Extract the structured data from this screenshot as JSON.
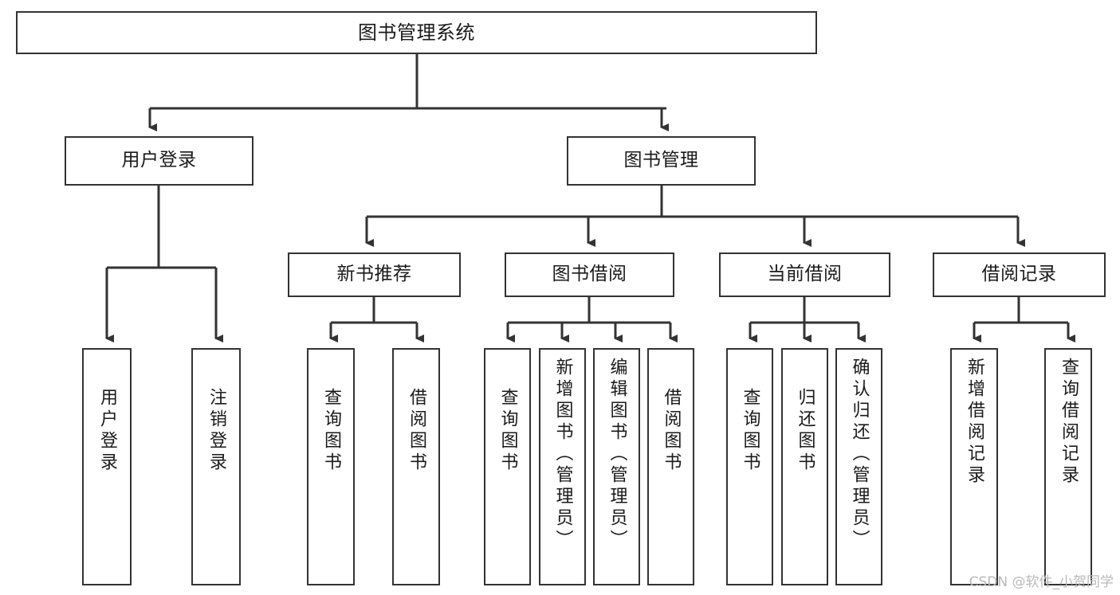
{
  "diagram": {
    "title": "图书管理系统",
    "type": "tree-hierarchy-chart",
    "root": {
      "id": "root",
      "label": "图书管理系统"
    },
    "level2": [
      {
        "id": "user-login",
        "label": "用户登录"
      },
      {
        "id": "book-manage",
        "label": "图书管理"
      }
    ],
    "level3": [
      {
        "id": "new-book-rec",
        "label": "新书推荐"
      },
      {
        "id": "book-borrow",
        "label": "图书借阅"
      },
      {
        "id": "current-borrow",
        "label": "当前借阅"
      },
      {
        "id": "borrow-record",
        "label": "借阅记录"
      }
    ],
    "leaves": {
      "user_login": [
        {
          "id": "leaf-user-login",
          "label": "用户登录"
        },
        {
          "id": "leaf-logout-login",
          "label": "注销登录"
        }
      ],
      "new_book_rec": [
        {
          "id": "leaf-query-book-1",
          "label": "查询图书"
        },
        {
          "id": "leaf-borrow-book-1",
          "label": "借阅图书"
        }
      ],
      "book_borrow": [
        {
          "id": "leaf-query-book-2",
          "label": "查询图书"
        },
        {
          "id": "leaf-add-book",
          "label": "新增图书（管理员）"
        },
        {
          "id": "leaf-edit-book",
          "label": "编辑图书（管理员）"
        },
        {
          "id": "leaf-borrow-book-2",
          "label": "借阅图书"
        }
      ],
      "current_borrow": [
        {
          "id": "leaf-query-book-3",
          "label": "查询图书"
        },
        {
          "id": "leaf-return-book",
          "label": "归还图书"
        },
        {
          "id": "leaf-confirm-return",
          "label": "确认归还（管理员）"
        }
      ],
      "borrow_record": [
        {
          "id": "leaf-add-record",
          "label": "新增借阅记录"
        },
        {
          "id": "leaf-query-record",
          "label": "查询借阅记录"
        }
      ]
    }
  },
  "watermark": {
    "text": "CSDN @软件_小贺同学"
  },
  "colors": {
    "box_border": "#333333",
    "box_fill": "#ffffff",
    "edge": "#333333",
    "text": "#1a1a1a",
    "watermark": "#b9b9b9",
    "background": "#ffffff"
  }
}
